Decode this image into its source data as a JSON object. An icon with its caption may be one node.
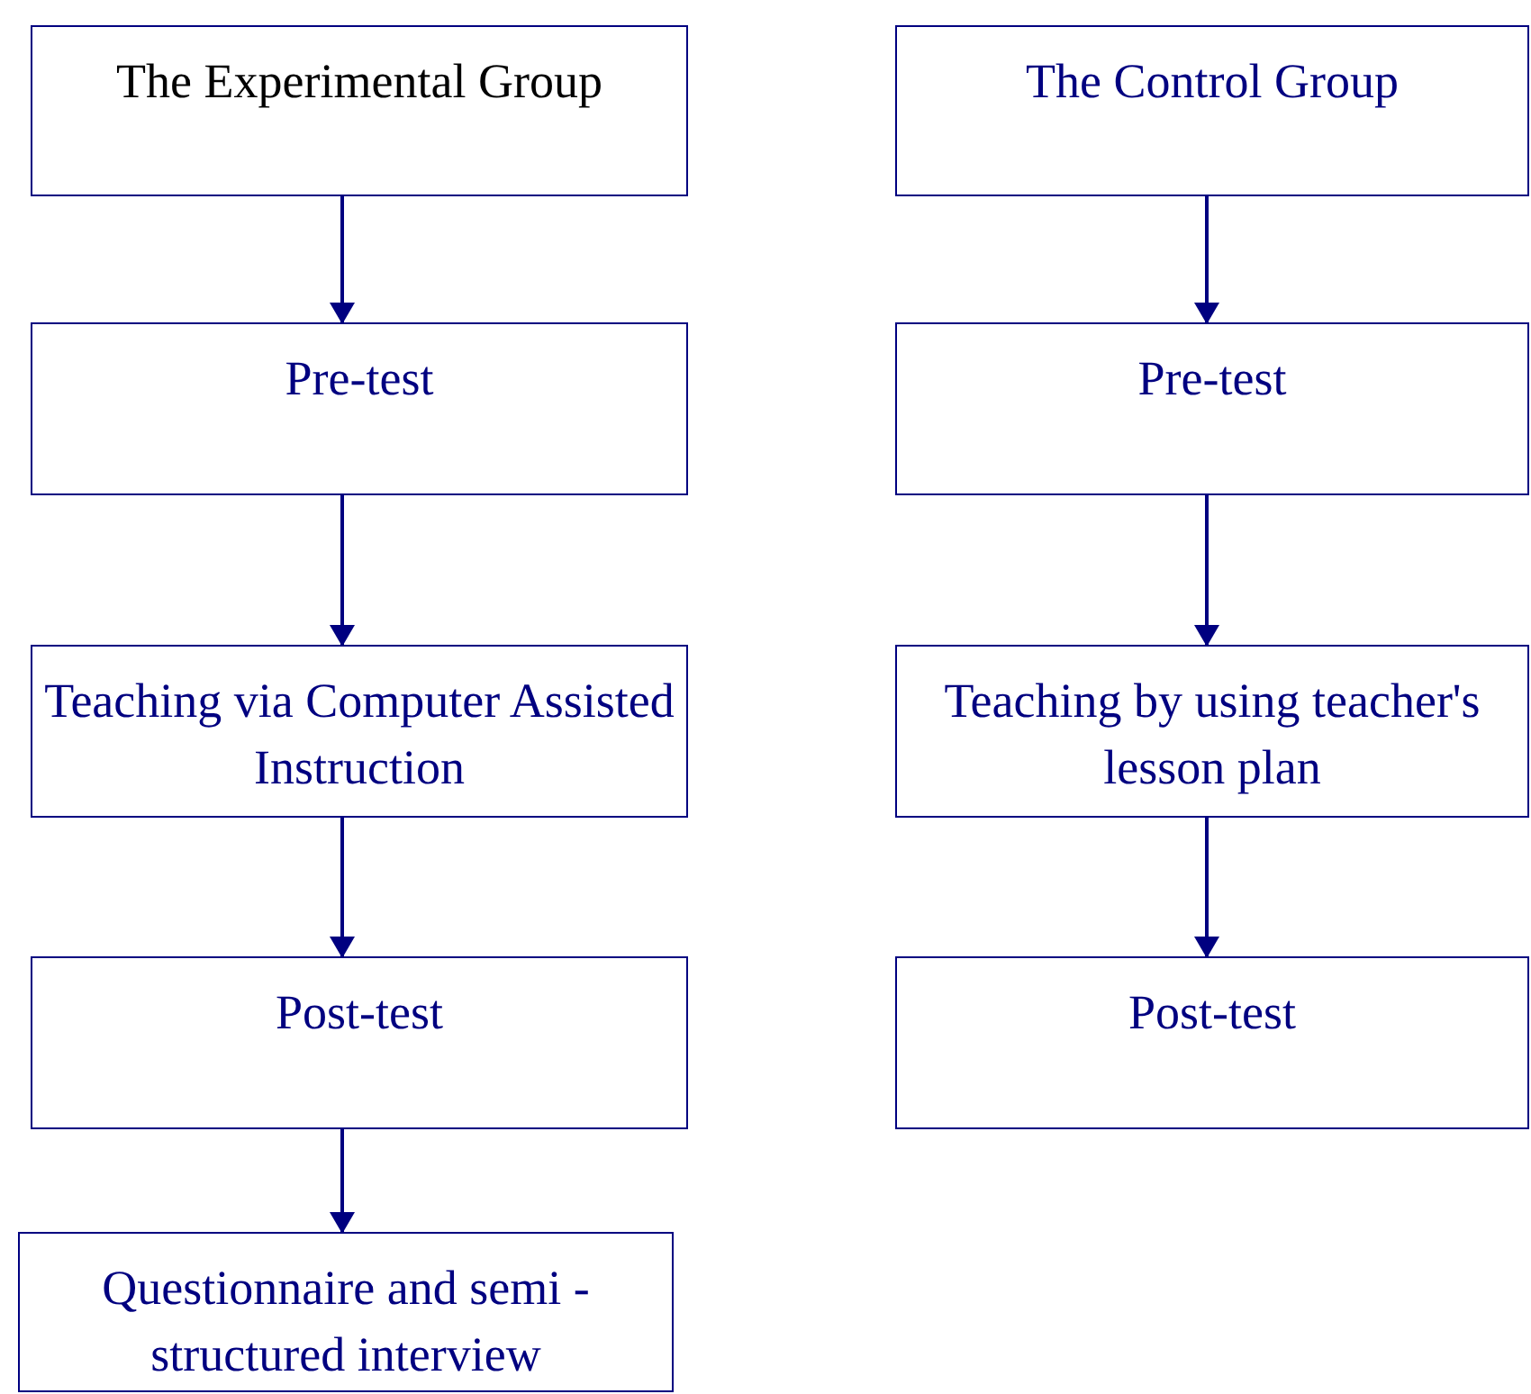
{
  "diagram": {
    "nodes": [
      {
        "text": [
          "The Experimental Group"
        ]
      },
      {
        "text": [
          "The Control Group"
        ]
      },
      {
        "text": [
          "Pre-test"
        ]
      },
      {
        "text": [
          "Pre-test"
        ]
      },
      {
        "text": [
          "Teaching via Computer Assisted Instruction"
        ]
      },
      {
        "text": [
          "Teaching by using teacher's lesson plan"
        ]
      },
      {
        "text": [
          "Post-test"
        ]
      },
      {
        "text": [
          "Post-test"
        ]
      },
      {
        "text": [
          "Questionnaire and semi - structured interview"
        ]
      }
    ],
    "edges": [
      {
        "from": 0,
        "to": 2,
        "arrow": "to"
      },
      {
        "from": 2,
        "to": 4,
        "arrow": "to"
      },
      {
        "from": 4,
        "to": 6,
        "arrow": "to"
      },
      {
        "from": 6,
        "to": 8,
        "arrow": "to"
      },
      {
        "from": 1,
        "to": 3,
        "arrow": "to"
      },
      {
        "from": 3,
        "to": 5,
        "arrow": "to"
      },
      {
        "from": 5,
        "to": 7,
        "arrow": "to"
      }
    ]
  }
}
